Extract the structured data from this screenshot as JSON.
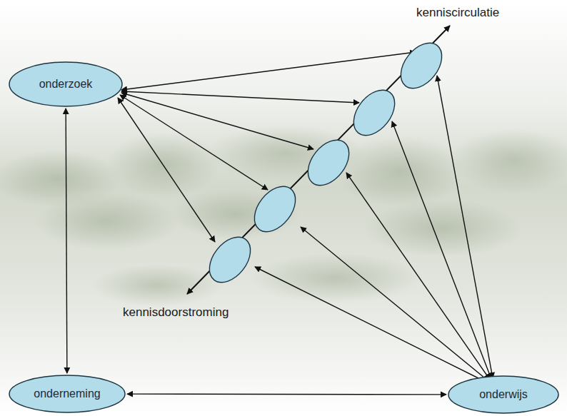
{
  "diagram": {
    "nodes": [
      {
        "text": [
          "onderzoek"
        ]
      },
      {
        "text": [
          "onderneming"
        ]
      },
      {
        "text": [
          "onderwijs"
        ]
      }
    ],
    "edges": [
      {
        "from": 0,
        "to": 1,
        "arrow": "both"
      },
      {
        "from": 1,
        "to": 2,
        "arrow": "both"
      }
    ],
    "labels": [
      "kenniscirculatie",
      "kennisdoorstroming"
    ]
  }
}
